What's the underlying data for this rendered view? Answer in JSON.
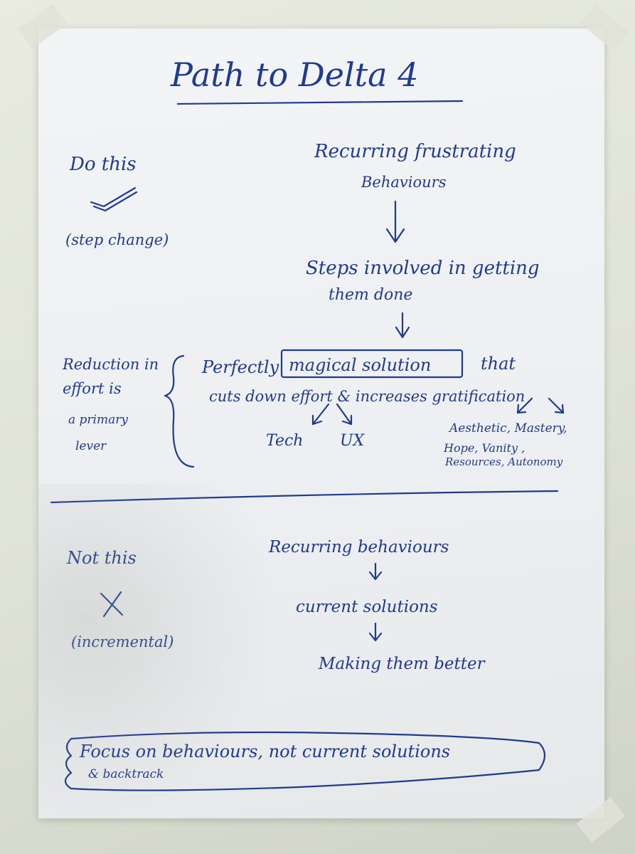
{
  "title": "Path to Delta 4",
  "do": {
    "heading": "Do this",
    "note": "(step change)",
    "flow_1a": "Recurring frustrating",
    "flow_1b": "Behaviours",
    "flow_2a": "Steps involved in getting",
    "flow_2b": "them done",
    "perfectly": "Perfectly",
    "boxed": "magical solution",
    "that": "that",
    "line2": "cuts down effort & increases gratification",
    "tech": "Tech",
    "ux": "UX",
    "grat_1": "Aesthetic, Mastery,",
    "grat_2": "Hope, Vanity ,",
    "grat_3": "Resources, Autonomy",
    "side_1": "Reduction in",
    "side_2": "effort is",
    "side_3": "a primary",
    "side_4": "lever"
  },
  "not": {
    "heading": "Not this",
    "note": "(incremental)",
    "flow_1": "Recurring behaviours",
    "flow_2": "current solutions",
    "flow_3": "Making them better"
  },
  "footer": {
    "line1": "Focus on behaviours, not current solutions",
    "line2": "& backtrack"
  },
  "colors": {
    "ink": "#1f3b8f",
    "paper": "#eef0f2"
  },
  "icons": [
    "check-mark-icon",
    "cross-mark-icon",
    "down-arrow-icon",
    "brace-icon"
  ]
}
